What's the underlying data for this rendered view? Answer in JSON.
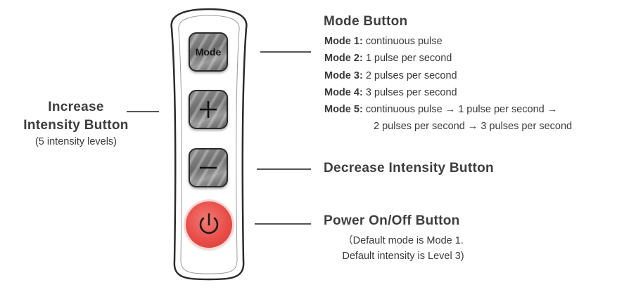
{
  "device": {
    "mode_button_label": "Mode",
    "plus_icon": "plus-icon",
    "minus_icon": "minus-icon",
    "power_icon": "power-icon",
    "power_color": "#e94e49",
    "button_color": "#7a7a7a"
  },
  "mode_section": {
    "title": "Mode Button",
    "modes": [
      {
        "label": "Mode 1:",
        "text": "continuous pulse"
      },
      {
        "label": "Mode 2:",
        "text": "1 pulse per second"
      },
      {
        "label": "Mode 3:",
        "text": "2 pulses per second"
      },
      {
        "label": "Mode 4:",
        "text": "3 pulses per second"
      },
      {
        "label": "Mode 5:",
        "text": "continuous pulse → 1 pulse per second →",
        "continuation": "2 pulses per second → 3 pulses per second"
      }
    ]
  },
  "increase_section": {
    "title_line1": "Increase",
    "title_line2": "Intensity Button",
    "note": "(5 intensity levels)"
  },
  "decrease_section": {
    "title": "Decrease Intensity Button"
  },
  "power_section": {
    "title": "Power On/Off Button",
    "note_line1": "（Default mode is Mode 1.",
    "note_line2": "Default intensity is Level 3)"
  }
}
